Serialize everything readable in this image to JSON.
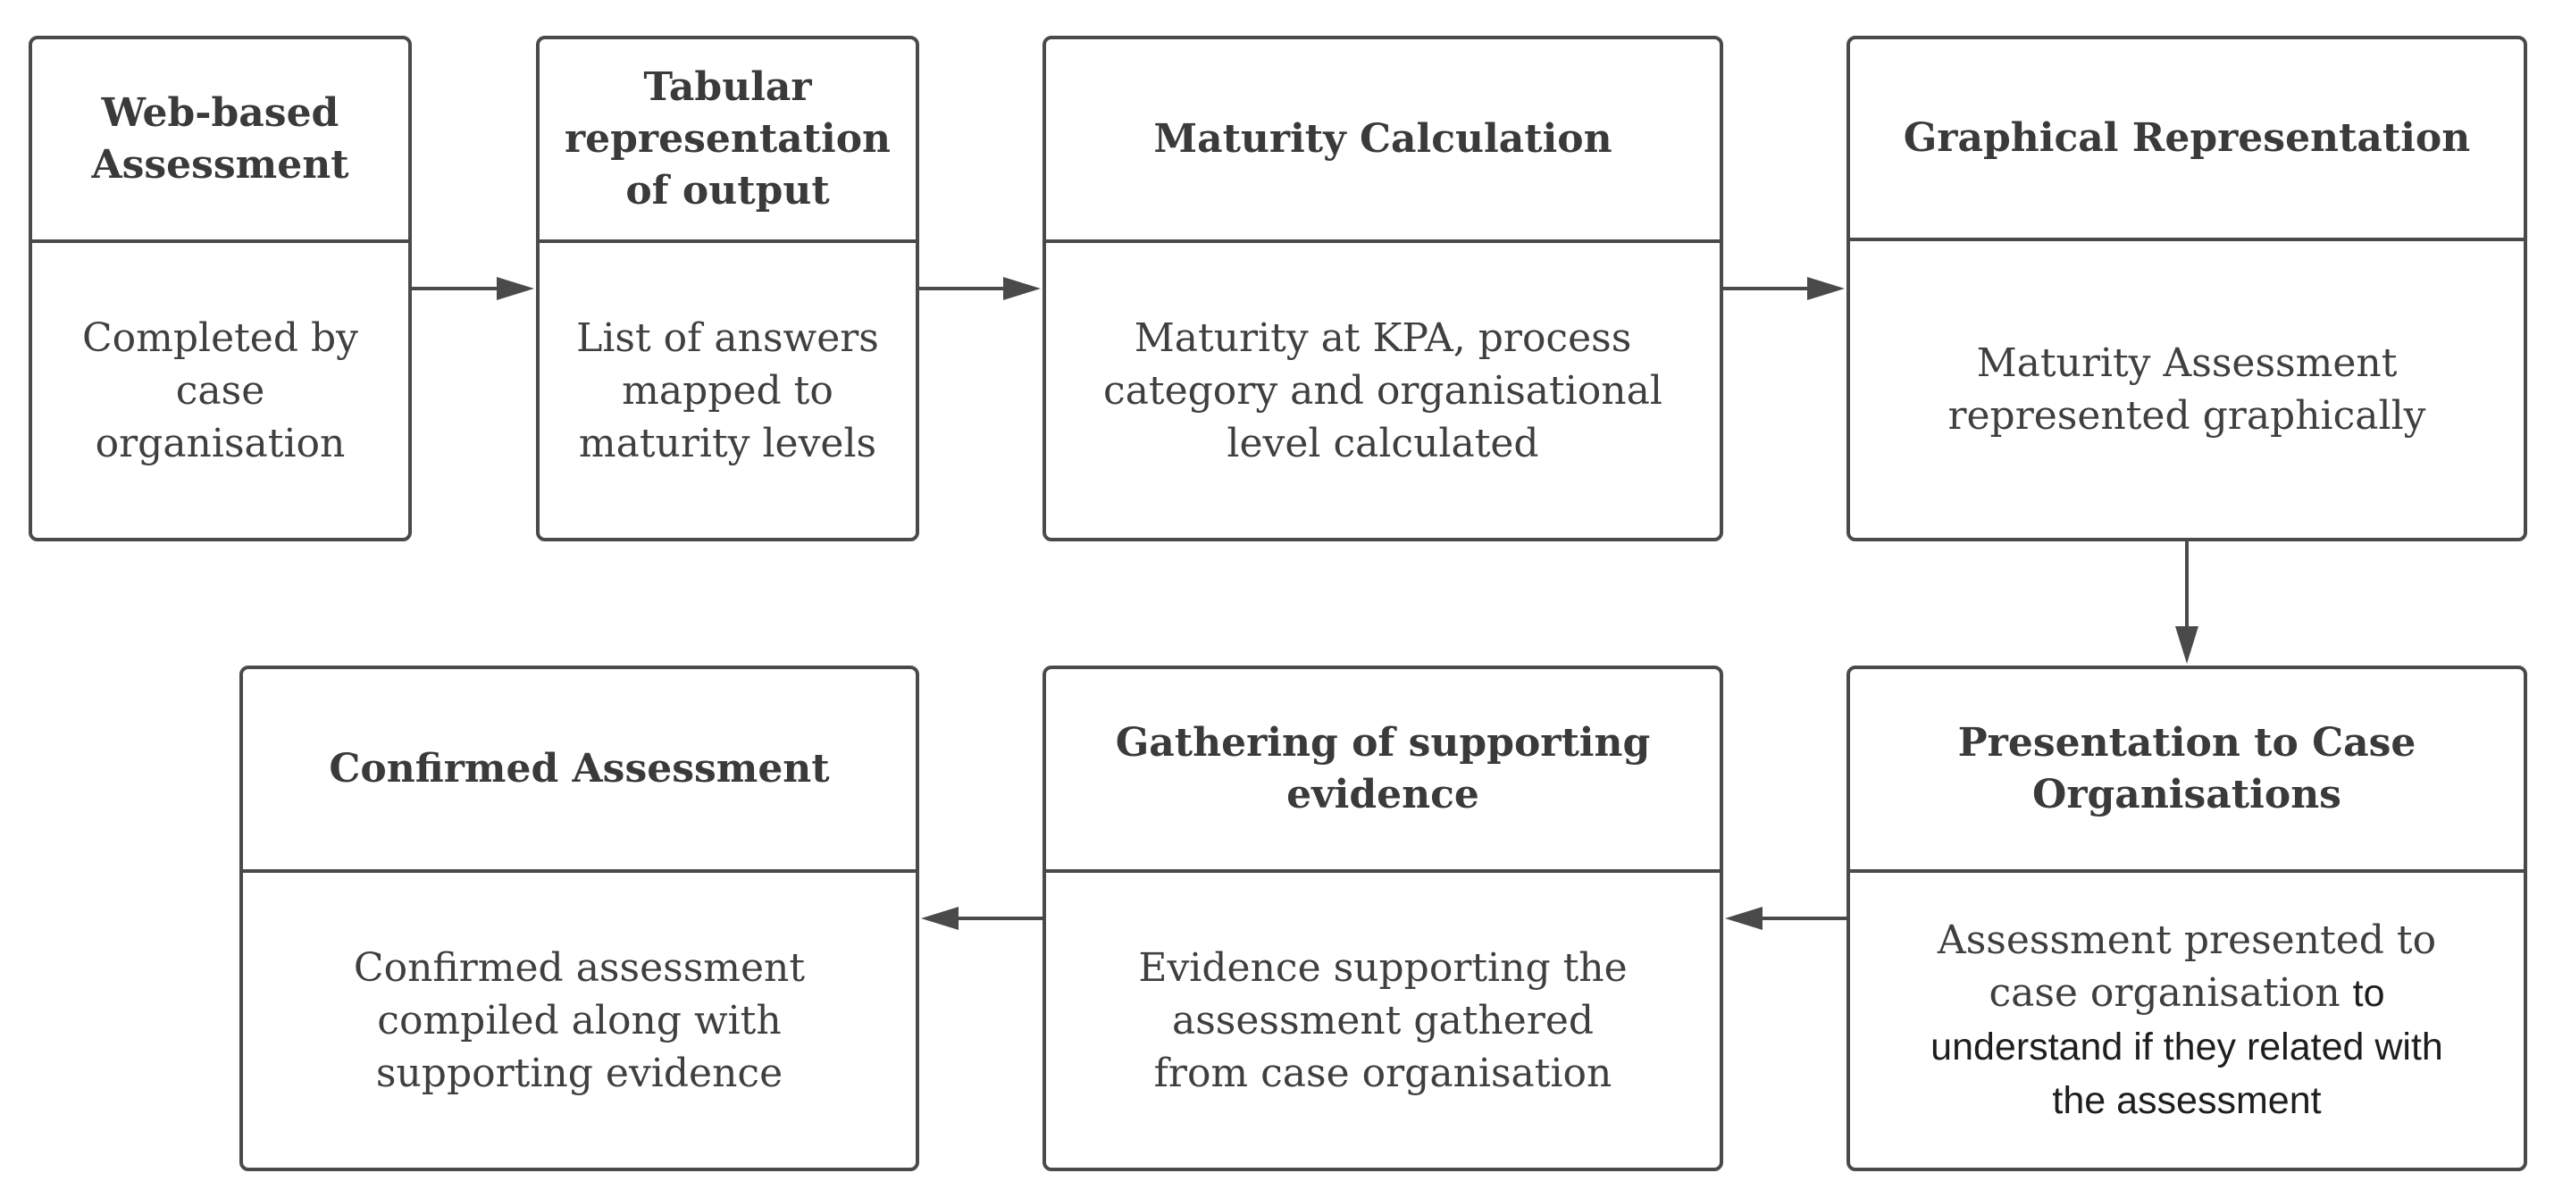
{
  "steps": [
    {
      "id": "web-based-assessment",
      "title": "Web-based Assessment",
      "description": "Completed by case organisation"
    },
    {
      "id": "tabular-representation",
      "title": "Tabular representation of output",
      "description": "List of answers mapped to maturity levels"
    },
    {
      "id": "maturity-calculation",
      "title": "Maturity Calculation",
      "description": "Maturity at KPA, process category and organisational level calculated"
    },
    {
      "id": "graphical-representation",
      "title": "Graphical Representation",
      "description": "Maturity Assessment represented graphically"
    },
    {
      "id": "presentation-to-case-organisations",
      "title": "Presentation to Case Organisations",
      "description_a": "Assessment presented to case organisation",
      "description_b": "to understand if they related with the assessment"
    },
    {
      "id": "gathering-of-supporting-evidence",
      "title": "Gathering of supporting evidence",
      "description": "Evidence supporting the assessment gathered from case organisation"
    },
    {
      "id": "confirmed-assessment",
      "title": "Confirmed Assessment",
      "description": "Confirmed assessment compiled along with supporting evidence"
    }
  ],
  "colors": {
    "border": "#4a4a4a",
    "text": "#3a3a3a",
    "arrow": "#4a4a4a",
    "background": "#ffffff"
  }
}
